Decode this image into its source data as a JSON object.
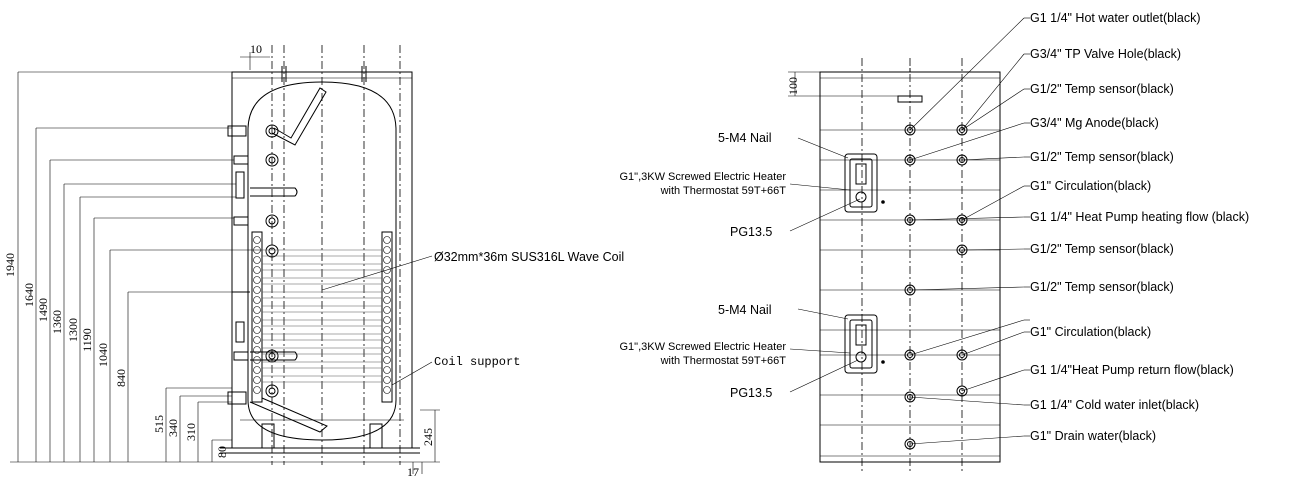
{
  "side_view": {
    "dimensions": {
      "top_offset": "10",
      "h1940": "1940",
      "h1640": "1640",
      "h1490": "1490",
      "h1360": "1360",
      "h1300": "1300",
      "h1190": "1190",
      "h1040": "1040",
      "h840": "840",
      "h515": "515",
      "h340": "340",
      "h310": "310",
      "h80": "80",
      "h245": "245",
      "h17": "17"
    },
    "coil_label": "Ø32mm*36m SUS316L Wave Coil",
    "coil_support_label": "Coil support"
  },
  "front_view": {
    "top_dimension": "100",
    "left_labels": {
      "nail_upper": "5-M4 Nail",
      "heater_upper_line1": "G1\",3KW Screwed Electric Heater",
      "heater_upper_line2": "with Thermostat 59T+66T",
      "pg_upper": "PG13.5",
      "nail_lower": "5-M4 Nail",
      "heater_lower_line1": "G1\",3KW Screwed Electric Heater",
      "heater_lower_line2": "with Thermostat 59T+66T",
      "pg_lower": "PG13.5"
    },
    "right_labels": [
      "G1 1/4\" Hot water outlet(black)",
      "G3/4\" TP Valve Hole(black)",
      "G1/2\" Temp sensor(black)",
      "G3/4\" Mg Anode(black)",
      "G1/2\" Temp sensor(black)",
      "G1\" Circulation(black)",
      "G1 1/4\" Heat Pump heating flow (black)",
      "G1/2\" Temp sensor(black)",
      "G1/2\" Temp sensor(black)",
      "G1\" Circulation(black)",
      "G1 1/4\"Heat Pump return flow(black)",
      "G1 1/4\" Cold water inlet(black)",
      "G1\" Drain water(black)"
    ]
  }
}
